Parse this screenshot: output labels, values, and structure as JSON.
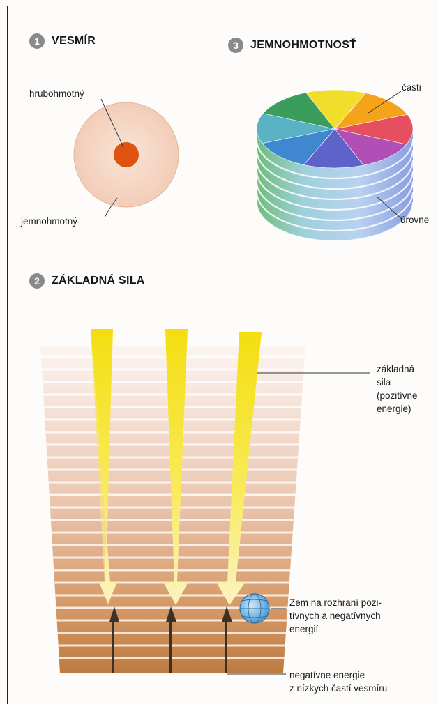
{
  "sections": {
    "s1": {
      "number": "1",
      "title": "VESMÍR"
    },
    "s2": {
      "number": "2",
      "title": "ZÁKLADNÁ SILA"
    },
    "s3": {
      "number": "3",
      "title": "JEMNOHMOTNOSŤ"
    }
  },
  "labels": {
    "hrubohmotny": "hrubohmotný",
    "jemnohmotny": "jemnohmotný",
    "casti": "časti",
    "urovne": "úrovne",
    "zakladna_sila": [
      "základná",
      "sila",
      "(pozitívne",
      "energie)"
    ],
    "zem": [
      "Zem na rozhraní pozi-",
      "tívnych a negatívnych",
      "energií"
    ],
    "negativne": [
      "negatívne energie",
      "z nízkych častí vesmíru"
    ]
  },
  "colors": {
    "outer_circle": "#f6d7c4",
    "inner_core": "#e0520f",
    "beam_yellow": "#f6e21a",
    "arrow_dark": "#3a3228",
    "pie_slices": [
      "#f2de2a",
      "#f5a31a",
      "#e64f5f",
      "#b24fb6",
      "#5e63c9",
      "#3f88cf",
      "#59b3c4",
      "#3b9d5c"
    ]
  }
}
